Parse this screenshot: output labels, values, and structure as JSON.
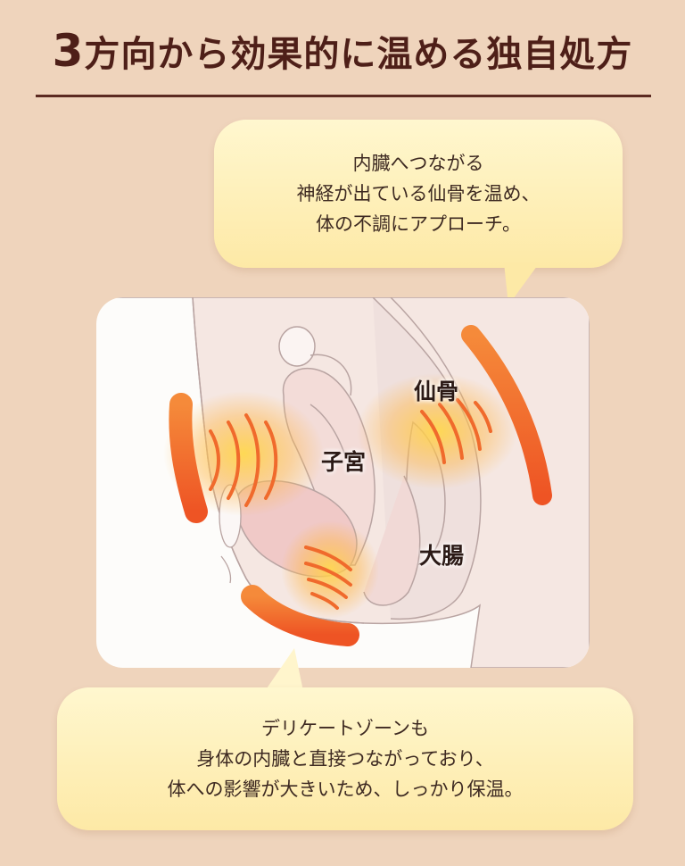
{
  "header": {
    "title_number": "3",
    "title_rest": "方向から効果的に温める独自処方"
  },
  "callout_top": {
    "lines": [
      "内臓へつながる",
      "神経が出ている仙骨を温め、",
      "体の不調にアプローチ。"
    ]
  },
  "callout_bottom": {
    "lines": [
      "デリケートゾーンも",
      "身体の内臓と直接つながっており、",
      "体への影響が大きいため、しっかり保温。"
    ]
  },
  "diagram": {
    "labels": {
      "sacrum": "仙骨",
      "uterus": "子宮",
      "colon": "大腸"
    }
  },
  "colors": {
    "background": "#efd4bc",
    "title": "#4e1f18",
    "heat_accent": "#f0602a",
    "bubble": "#fde9a6"
  }
}
